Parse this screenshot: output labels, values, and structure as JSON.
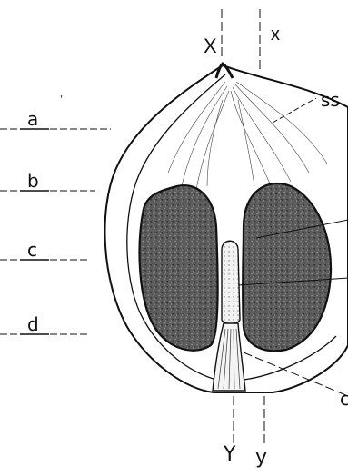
{
  "diagram": {
    "labels": {
      "X_upper": "X",
      "x_lower": "x",
      "Y_upper": "Y",
      "y_lower": "y",
      "ss": "ss",
      "a": "a",
      "b": "b",
      "c": "c",
      "d": "d",
      "c_right": "c"
    },
    "colors": {
      "ink": "#111111",
      "paper": "#ffffff",
      "cotyledon": "#5a5a5a",
      "cotyledon_dark": "#2e2e2e",
      "axis": "#d8d8d8"
    }
  }
}
